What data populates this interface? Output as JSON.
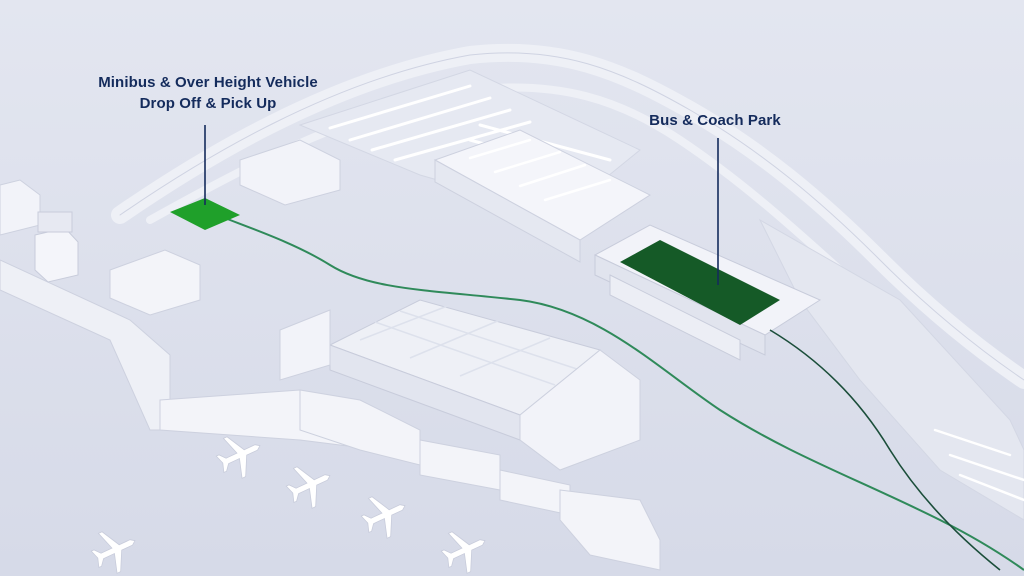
{
  "map": {
    "colors": {
      "background": "#dde1ed",
      "building": "#f1f2f8",
      "road": "#eef0f6",
      "highlight_bright_green": "#1fa02a",
      "highlight_dark_green": "#155a27",
      "route_line": "#2f8a5a",
      "label_text": "#142b5c",
      "callout_line": "#142b5c"
    },
    "callouts": {
      "minibus": {
        "line1": "Minibus & Over Height Vehicle",
        "line2": "Drop Off & Pick Up"
      },
      "bus_coach": {
        "text": "Bus & Coach Park"
      }
    },
    "icons": {
      "aircraft": "airplane-icon",
      "control_tower": "control-tower-icon"
    }
  }
}
